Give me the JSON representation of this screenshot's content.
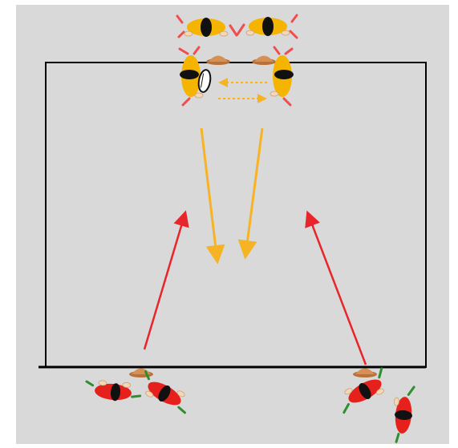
{
  "diagram": {
    "type": "rugby-drill",
    "background_color": "#d9d9d9",
    "border_color": "#ffffff",
    "field_line_color": "#000000",
    "attack_team": {
      "jersey_color": "#f4b400",
      "limb_color": "#f04e4e",
      "players": 4,
      "has_ball": true,
      "cones": 2
    },
    "defense_team": {
      "jersey_color": "#e6201b",
      "limb_color": "#2f8f2f",
      "players": 4,
      "cones": 2
    },
    "arrows": {
      "pass_color": "#f6b324",
      "pass_style": "dotted",
      "pass_count": 2,
      "run_attack_color": "#f6b324",
      "run_attack_count": 2,
      "run_defense_color": "#e8252b",
      "run_defense_count": 2
    },
    "cone_color": "#c8844b",
    "ball_color": "#ffffff",
    "skin_color": "#f5d6b5"
  }
}
